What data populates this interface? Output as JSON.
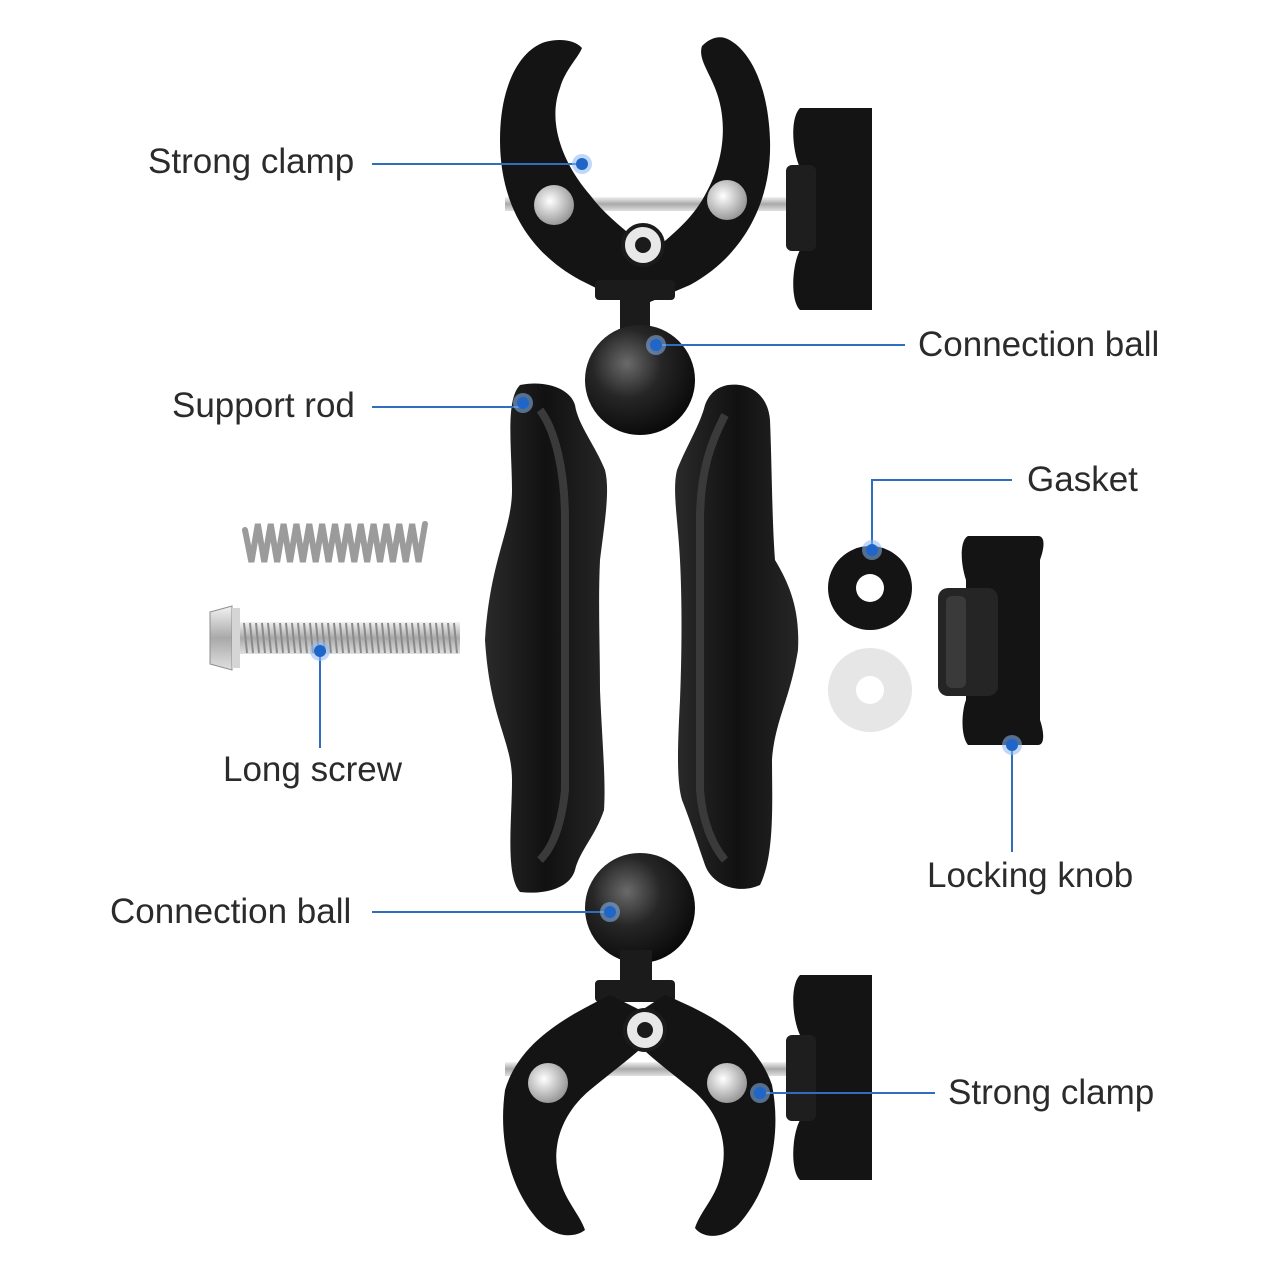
{
  "labels": {
    "strong_clamp_top": "Strong clamp",
    "connection_ball_top": "Connection ball",
    "support_rod": "Support rod",
    "gasket": "Gasket",
    "long_screw": "Long screw",
    "locking_knob": "Locking knob",
    "connection_ball_bottom": "Connection ball",
    "strong_clamp_bottom": "Strong clamp"
  },
  "colors": {
    "part_black": "#141414",
    "metal_silver": "#c9c9c9",
    "leader_blue": "#2f6ebe",
    "label_text": "#2b2b2b",
    "background": "#ffffff"
  }
}
